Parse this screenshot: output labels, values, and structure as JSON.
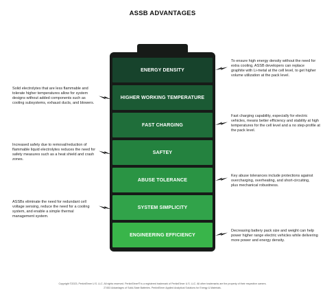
{
  "title": "ASSB ADVANTAGES",
  "colors": {
    "battery_shell": "#171b18",
    "cell_1": "#17432c",
    "cell_2": "#1b5a34",
    "cell_3": "#1f6e3a",
    "cell_4": "#24823f",
    "cell_5": "#2a9444",
    "cell_6": "#31a34a",
    "cell_7": "#39b54a",
    "bolt": "#1a1a1a"
  },
  "cells": [
    {
      "label": "ENERGY DENSITY"
    },
    {
      "label": "HIGHER WORKING TEMPERATURE"
    },
    {
      "label": "FAST CHARGING"
    },
    {
      "label": "SAFTEY"
    },
    {
      "label": "ABUSE TOLERANCE"
    },
    {
      "label": "SYSTEM SIMPLICITY"
    },
    {
      "label": "ENGINEERING EFFICIENCY"
    }
  ],
  "descriptions": {
    "energy_density": "To ensure high energy density without the need for extra cooling, ASSB developers can replace graphite with Li-metal at the cell level, to get higher volume utilization at the pack level.",
    "higher_working_temperature": "Solid electrolytes that are less flammable and tolerate higher temperatures allow for system designs without added components such as cooling subsystems, exhaust ducts, and blowers.",
    "fast_charging": "Fast charging capability, especially for electric vehicles, means better efficiency and stability at high temperatures for the cell level and a no step-profile at the pack level.",
    "safety": "Increased safety due to removal/reduction of flammable liquid electrolytes reduces the need for safety measures such as a heat shield and crash zones.",
    "abuse_tolerance": "Key abuse tolerances include protections against overcharging, overheating, and short-circuiting, plus mechanical robustness.",
    "system_simplicity": "ASSBs eliminate the need for redundant cell voltage sensing, reduce the need for a cooling system, and enable a simple thermal management system.",
    "engineering_efficiency": "Decreasing battery pack size and weight can help power higher range electric vehicles while delivering more power and energy density."
  },
  "footer": {
    "line1": "Copyright ©2023, PerkinElmer U.S. LLC. All rights reserved. PerkinElmer® is a registered trademark of PerkinElmer U.S. LLC. All other trademarks are the property of their respective owners.",
    "line2": "27453 Advantages of Solid-State Batteries. PerkinElmer Applied Analytical Solutions for Energy & Materials."
  }
}
